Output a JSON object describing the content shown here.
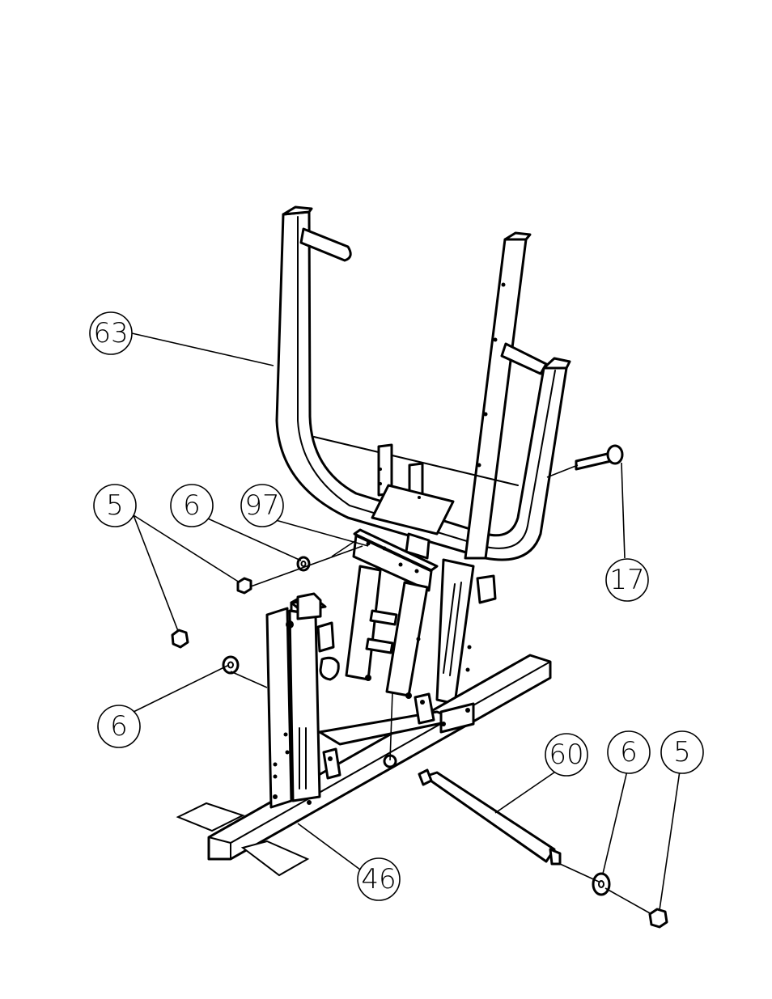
{
  "callouts": {
    "c63": "63",
    "c5a": "5",
    "c6a": "6",
    "c97": "97",
    "c17": "17",
    "c6b": "6",
    "c60": "60",
    "c6c": "6",
    "c5b": "5",
    "c46": "46"
  },
  "colors": {
    "ink": "#000000",
    "paper": "#ffffff"
  }
}
